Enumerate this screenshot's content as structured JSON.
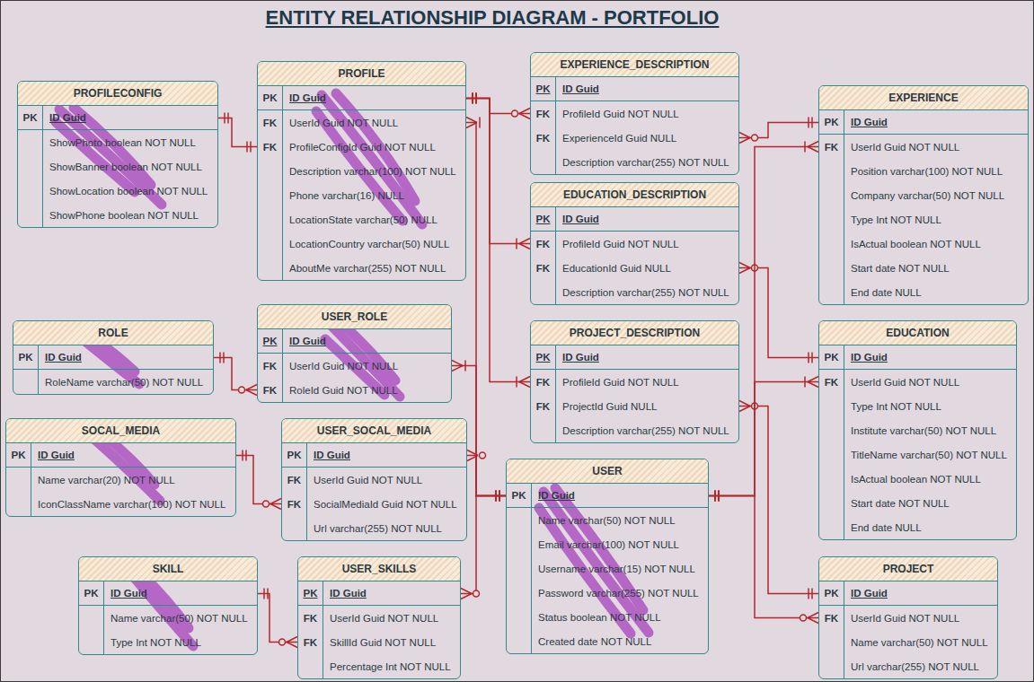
{
  "diagram": {
    "title": "ENTITY RELATIONSHIP DIAGRAM - PORTFOLIO",
    "nodes": [
      {
        "text": [
          "PROFILECONFIG",
          "PK",
          "ID Guid",
          "ShowPhoto boolean NOT NULL",
          "ShowBanner boolean NOT NULL",
          "ShowLocation boolean NOT NULL",
          "ShowPhone boolean NOT NULL"
        ]
      },
      {
        "text": [
          "PROFILE",
          "PK",
          "ID Guid",
          "FK",
          "UserId Guid NOT NULL",
          "FK",
          "ProfileConfigId Guid NOT NULL",
          "Description varchar(100) NOT NULL",
          "Phone varchar(16) NULL",
          "LocationState varchar(50) NULL",
          "LocationCountry varchar(50) NULL",
          "AboutMe varchar(255) NOT NULL"
        ]
      },
      {
        "text": [
          "EXPERIENCE_DESCRIPTION",
          "PK",
          "ID Guid",
          "FK",
          "ProfileId Guid NOT NULL",
          "FK",
          "ExperienceId Guid NULL",
          "Description varchar(255) NOT NULL"
        ]
      },
      {
        "text": [
          "EXPERIENCE",
          "PK",
          "ID Guid",
          "FK",
          "UserId Guid NOT NULL",
          "Position varchar(100) NOT NULL",
          "Company varchar(50) NOT NULL",
          "Type Int NOT NULL",
          "IsActual boolean NOT NULL",
          "Start date NOT NULL",
          "End date NULL"
        ]
      },
      {
        "text": [
          "EDUCATION_DESCRIPTION",
          "PK",
          "ID Guid",
          "FK",
          "ProfileId Guid NOT NULL",
          "FK",
          "EducationId Guid NULL",
          "Description varchar(255) NOT NULL"
        ]
      },
      {
        "text": [
          "ROLE",
          "PK",
          "ID Guid",
          "RoleName varchar(50) NOT NULL"
        ]
      },
      {
        "text": [
          "USER_ROLE",
          "PK",
          "ID Guid",
          "FK",
          "UserId Guid NOT NULL",
          "FK",
          "RoleId Guid NOT NULL"
        ]
      },
      {
        "text": [
          "PROJECT_DESCRIPTION",
          "PK",
          "ID Guid",
          "FK",
          "ProfileId Guid NOT NULL",
          "FK",
          "ProjectId Guid NULL",
          "Description varchar(255) NOT NULL"
        ]
      },
      {
        "text": [
          "EDUCATION",
          "PK",
          "ID Guid",
          "FK",
          "UserId Guid NOT NULL",
          "Type Int NOT NULL",
          "Institute varchar(50) NOT NULL",
          "TitleName varchar(50) NOT NULL",
          "IsActual boolean NOT NULL",
          "Start date NOT NULL",
          "End date NULL"
        ]
      },
      {
        "text": [
          "SOCAL_MEDIA",
          "PK",
          "ID Guid",
          "Name varchar(20) NOT NULL",
          "IconClassName varchar(100) NOT NULL"
        ]
      },
      {
        "text": [
          "USER_SOCAL_MEDIA",
          "PK",
          "ID Guid",
          "FK",
          "UserId Guid NOT NULL",
          "FK",
          "SocialMediaId Guid NOT NULL",
          "Url varchar(255) NOT NULL"
        ]
      },
      {
        "text": [
          "USER",
          "PK",
          "ID Guid",
          "Name varchar(50) NOT NULL",
          "Email varchar(100) NOT NULL",
          "Username varchar(15) NOT NULL",
          "Password varchar(255) NOT NULL",
          "Status boolean NOT NULL",
          "Created date NOT NULL"
        ]
      },
      {
        "text": [
          "SKILL",
          "PK",
          "ID Guid",
          "Name varchar(50) NOT NULL",
          "Type Int NOT NULL"
        ]
      },
      {
        "text": [
          "USER_SKILLS",
          "PK",
          "ID Guid",
          "FK",
          "UserId Guid NOT NULL",
          "FK",
          "SkillId Guid NOT NULL",
          "Percentage Int NOT NULL"
        ]
      },
      {
        "text": [
          "PROJECT",
          "PK",
          "ID Guid",
          "FK",
          "UserId Guid NOT NULL",
          "Name varchar(50) NOT NULL",
          "Url varchar(255) NOT NULL"
        ]
      }
    ],
    "edges": [
      {
        "from": 0,
        "to": 1,
        "arrow": "both"
      },
      {
        "from": 1,
        "to": 2,
        "arrow": "both"
      },
      {
        "from": 1,
        "to": 4,
        "arrow": "both"
      },
      {
        "from": 1,
        "to": 7,
        "arrow": "both"
      },
      {
        "from": 3,
        "to": 2,
        "arrow": "both"
      },
      {
        "from": 8,
        "to": 4,
        "arrow": "both"
      },
      {
        "from": 14,
        "to": 7,
        "arrow": "both"
      },
      {
        "from": 11,
        "to": 1,
        "arrow": "both"
      },
      {
        "from": 11,
        "to": 6,
        "arrow": "both"
      },
      {
        "from": 11,
        "to": 10,
        "arrow": "both"
      },
      {
        "from": 11,
        "to": 13,
        "arrow": "both"
      },
      {
        "from": 11,
        "to": 3,
        "arrow": "both"
      },
      {
        "from": 11,
        "to": 8,
        "arrow": "both"
      },
      {
        "from": 11,
        "to": 14,
        "arrow": "both"
      },
      {
        "from": 5,
        "to": 6,
        "arrow": "both"
      },
      {
        "from": 9,
        "to": 10,
        "arrow": "both"
      },
      {
        "from": 12,
        "to": 13,
        "arrow": "both"
      }
    ]
  }
}
